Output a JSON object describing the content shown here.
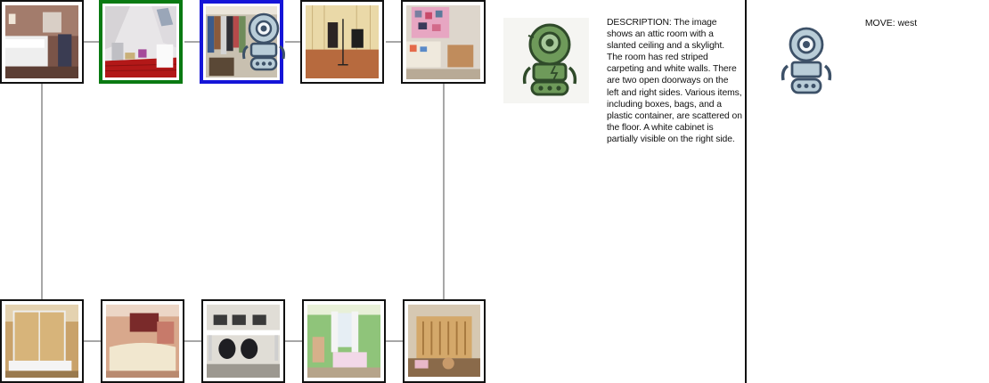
{
  "map": {
    "top_row": [
      {
        "room": "bedroom",
        "highlight": "none"
      },
      {
        "room": "attic-room",
        "highlight": "green"
      },
      {
        "room": "closet",
        "highlight": "blue"
      },
      {
        "room": "music-studio",
        "highlight": "none"
      },
      {
        "room": "kids-playroom",
        "highlight": "none"
      }
    ],
    "bottom_row": [
      {
        "room": "shower-room",
        "highlight": "none"
      },
      {
        "room": "reception-desk",
        "highlight": "none"
      },
      {
        "room": "computer-office",
        "highlight": "none"
      },
      {
        "room": "nursery",
        "highlight": "none"
      },
      {
        "room": "baby-crib-room",
        "highlight": "none"
      }
    ],
    "colors": {
      "green_highlight": "#0a7a12",
      "blue_highlight": "#1515d8",
      "connector": "#8a8a8a"
    }
  },
  "description": {
    "text": "DESCRIPTION: The image shows an attic room with a slanted ceiling and a skylight. The room has red striped carpeting and white walls. There are two open doorways on the left and right sides. Various items, including boxes, bags, and a plastic container, are scattered on the floor. A white cabinet is partially visible on the right side."
  },
  "move": {
    "label": "MOVE: west"
  },
  "icons": {
    "agent_on_map": "robot-icon",
    "green_agent": "green-robot-icon",
    "blue_agent": "robot-icon"
  }
}
